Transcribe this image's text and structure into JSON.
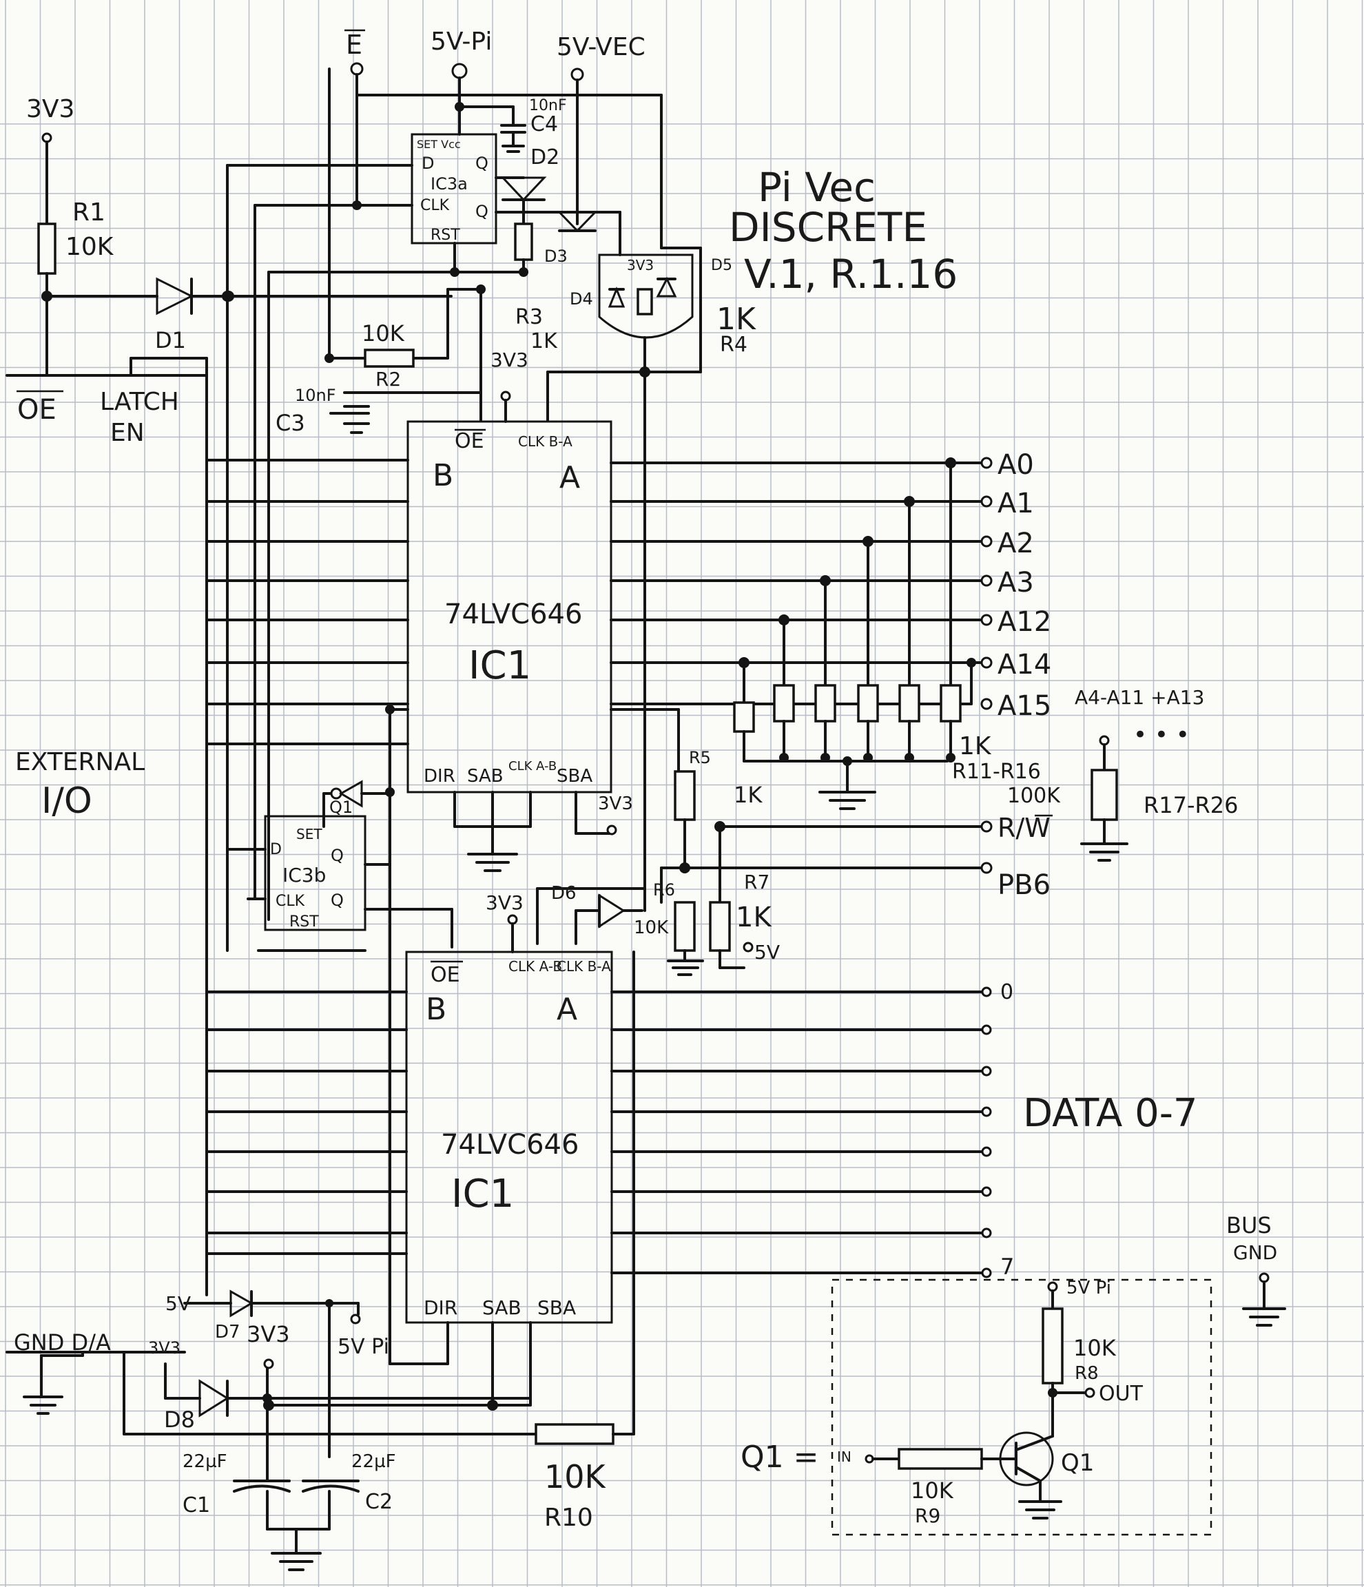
{
  "labels": {
    "e_bar": "E",
    "v5pi": "5V-Pi",
    "v5vec": "5V-VEC",
    "v3v3": "3V3",
    "r1": "R1",
    "k10": "10K",
    "k1": "1K",
    "d1": "D1",
    "d2": "D2",
    "d3": "D3",
    "d4": "D4",
    "d5": "D5",
    "d6": "D6",
    "d7": "D7",
    "d8": "D8",
    "r2": "R2",
    "r3": "R3",
    "r4": "R4",
    "r5": "R5",
    "r6": "R6",
    "r7": "R7",
    "r8": "R8",
    "r9": "R9",
    "r10": "R10",
    "c1": "C1",
    "c2": "C2",
    "c3": "C3",
    "c4": "C4",
    "cap_10nf": "10nF",
    "cap_22uf": "22µF",
    "oe_bar": "OE",
    "latch": "LATCH",
    "en": "EN",
    "title1": "Pi Vec",
    "title2": "DISCRETE",
    "title3": "V.1, R.1.16",
    "ic3a": "IC3a",
    "ic3b": "IC3b",
    "ic3_set": "SET",
    "vcc": "Vcc",
    "d_pin": "D",
    "q_pin": "Q",
    "clk_pin": "CLK",
    "rst_pin": "RST",
    "ic1_part": "74LVC646",
    "ic1_name": "IC1",
    "pin_b": "B",
    "pin_a": "A",
    "pin_oe": "OE",
    "clk_ba": "CLK B-A",
    "clk_ab": "CLK A-B",
    "pin_dir": "DIR",
    "pin_sab": "SAB",
    "pin_sba": "SBA",
    "addr": [
      "A0",
      "A1",
      "A2",
      "A3",
      "A12",
      "A14",
      "A15"
    ],
    "a4_a11": "A4-A11 +A13",
    "r11_r16": "R11-R16",
    "k100": "100K",
    "r17_r26": "R17-R26",
    "rw": "R/W",
    "pb6": "PB6",
    "external": "EXTERNAL",
    "io": "I/O",
    "q1": "Q1",
    "v5": "5V",
    "d0": "0",
    "d7lbl": "7",
    "data": "DATA 0-7",
    "bus": "BUS",
    "gnd": "GND",
    "gnd_da": "GND D/A",
    "v5pi_split": "5V Pi",
    "out": "OUT",
    "q1_eq": "Q1 =",
    "in": "IN",
    "dots": "• • •"
  }
}
